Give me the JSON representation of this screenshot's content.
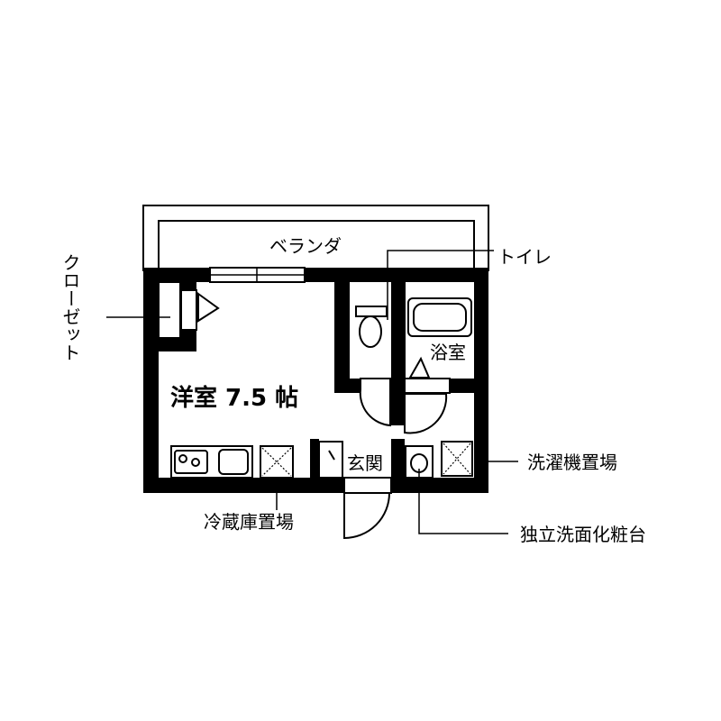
{
  "labels": {
    "veranda": "ベランダ",
    "toilet": "トイレ",
    "closet": "クローゼット",
    "western_room": "洋室 7.5 帖",
    "bathroom": "浴室",
    "entrance": "玄関",
    "washer_space": "洗濯機置場",
    "fridge_space": "冷蔵庫置場",
    "vanity": "独立洗面化粧台"
  }
}
